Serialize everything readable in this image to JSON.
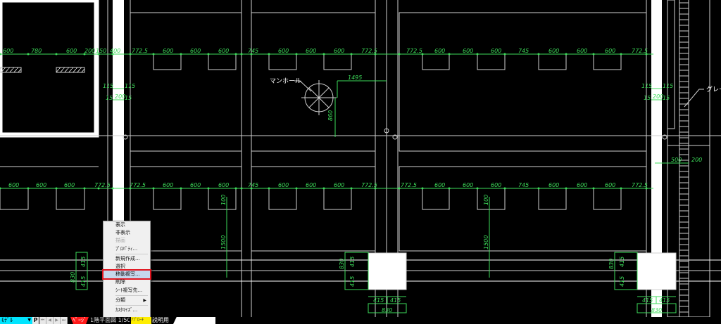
{
  "drawing": {
    "top_dims": [
      "600",
      "780",
      "600",
      "200",
      "150",
      "400",
      "772.5",
      "600",
      "600",
      "600",
      "745",
      "600",
      "600",
      "600",
      "772.5",
      "772.5",
      "600",
      "600",
      "600",
      "745",
      "600",
      "600",
      "600",
      "772.5"
    ],
    "mid_dims": [
      "600",
      "600",
      "600",
      "772.5",
      "772.5",
      "600",
      "600",
      "600",
      "745",
      "600",
      "600",
      "600",
      "772.5",
      "772.5",
      "600",
      "600",
      "600",
      "745",
      "600",
      "600",
      "600",
      "772.5"
    ],
    "col_dims": [
      "115",
      "115",
      "15",
      "200",
      "15",
      "115",
      "115",
      "15",
      "200",
      "15"
    ],
    "manhole_label": "マンホール",
    "manhole_dims": [
      "1495",
      "860"
    ],
    "grating_label": "グレー",
    "right_dims": [
      "500",
      "200"
    ],
    "vertical_dims": [
      "100",
      "1500",
      "100",
      "1500"
    ],
    "pit_dims": [
      "830",
      "415",
      "415",
      "415",
      "415",
      "830",
      "830",
      "415",
      "415",
      "415",
      "415",
      "830"
    ]
  },
  "context_menu": {
    "items": [
      {
        "label": "表示"
      },
      {
        "label": "非表示"
      },
      {
        "label": "描画"
      },
      {
        "label": "ﾌﾟﾛﾊﾟﾃｨ..."
      },
      {
        "label": "新規作成..."
      },
      {
        "label": "選択"
      },
      {
        "label": "移動複写..."
      },
      {
        "label": "削除"
      },
      {
        "label": "ｼｰﾄ複写先..."
      },
      {
        "label": "分類"
      },
      {
        "label": "ｶｽﾀﾏｲｽﾞ..."
      }
    ]
  },
  "status_bar": {
    "mode": "ﾓﾃﾞﾙ",
    "p_button": "P",
    "nav": [
      "⏮",
      "◀",
      "▶",
      "⏭"
    ],
    "tabs": [
      "ﾍﾟｰｼﾞ",
      "1階平面図 1/50",
      "ｱﾌﾟﾛｰﾁ",
      "説明用"
    ],
    "colors": {
      "mode": "#00e5ff",
      "page_tab": "#ff1a1a",
      "approach_tab": "#ffee00"
    }
  }
}
